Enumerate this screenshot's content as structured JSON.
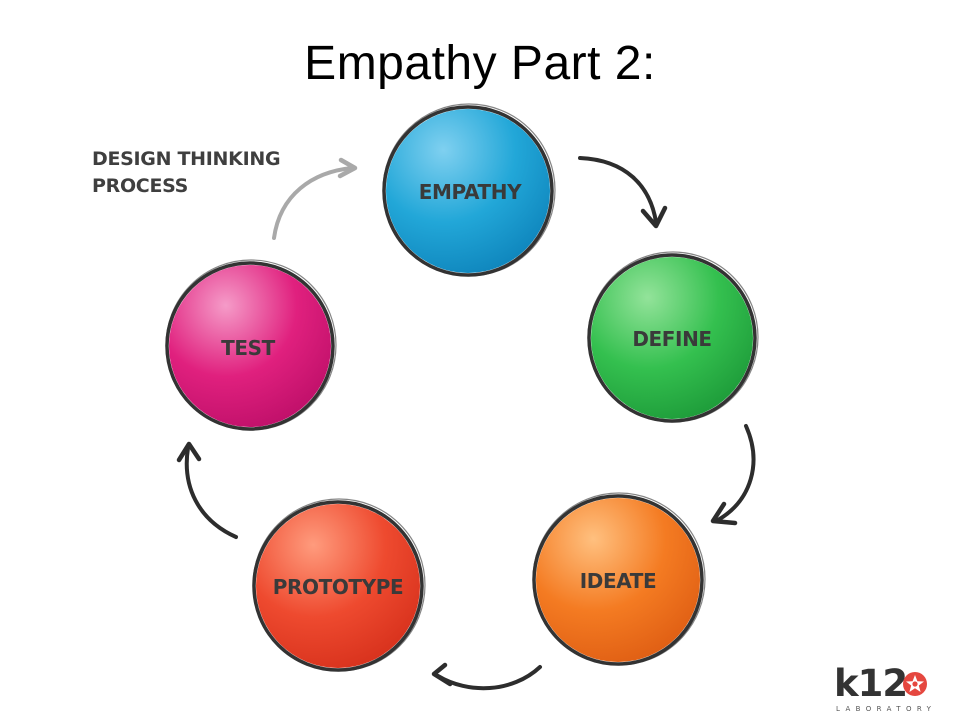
{
  "slide": {
    "title": "Empathy Part 2:"
  },
  "caption": {
    "line1": "DESIGN THINKING",
    "line2": "PROCESS"
  },
  "stages": [
    {
      "id": "empathy",
      "label": "EMPATHY",
      "color": "#22a7d8"
    },
    {
      "id": "define",
      "label": "DEFINE",
      "color": "#34c04f"
    },
    {
      "id": "ideate",
      "label": "IDEATE",
      "color": "#f47b22"
    },
    {
      "id": "prototype",
      "label": "PROTOTYPE",
      "color": "#ee4a2f"
    },
    {
      "id": "test",
      "label": "TEST",
      "color": "#e0207e"
    }
  ],
  "logo": {
    "main": "k12",
    "sub": "LABORATORY",
    "accent": "#e5473f"
  },
  "colors": {
    "arrow": "#2d2d2d",
    "arrow_return": "#a9a9a9",
    "outline": "#333333"
  }
}
